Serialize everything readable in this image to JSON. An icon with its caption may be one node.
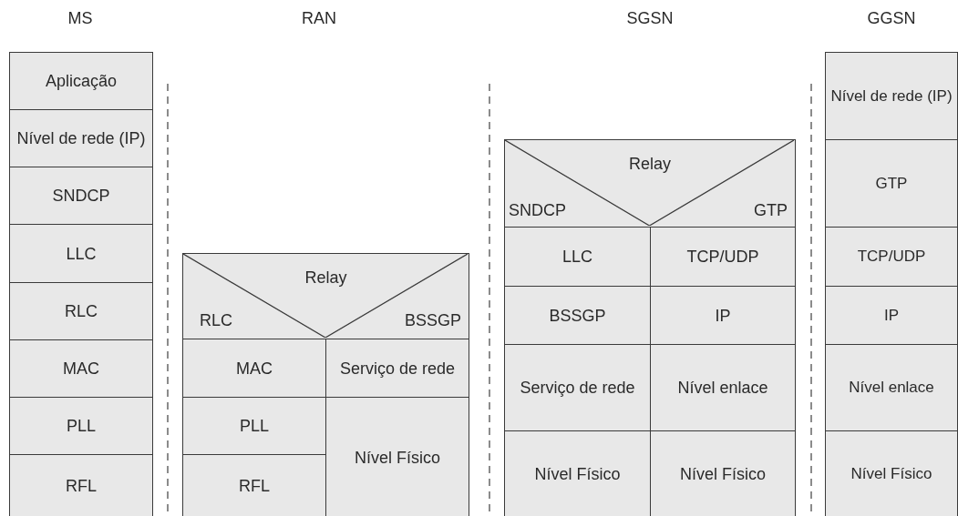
{
  "diagram": {
    "nodes": [
      {
        "text": [
          "Aplicação"
        ]
      },
      {
        "text": [
          "Nível de rede (IP)"
        ]
      },
      {
        "text": [
          "SNDCP"
        ]
      },
      {
        "text": [
          "LLC"
        ]
      },
      {
        "text": [
          "RLC"
        ]
      },
      {
        "text": [
          "MAC"
        ]
      },
      {
        "text": [
          "PLL"
        ]
      },
      {
        "text": [
          "RFL"
        ]
      },
      {
        "text": [
          "Relay",
          "RLC",
          "BSSGP"
        ]
      },
      {
        "text": [
          "MAC"
        ]
      },
      {
        "text": [
          "Serviço de rede"
        ]
      },
      {
        "text": [
          "PLL"
        ]
      },
      {
        "text": [
          "Nível Físico"
        ]
      },
      {
        "text": [
          "RFL"
        ]
      },
      {
        "text": [
          "Relay",
          "SNDCP",
          "GTP"
        ]
      },
      {
        "text": [
          "LLC"
        ]
      },
      {
        "text": [
          "TCP/UDP"
        ]
      },
      {
        "text": [
          "BSSGP"
        ]
      },
      {
        "text": [
          "IP"
        ]
      },
      {
        "text": [
          "Serviço de rede"
        ]
      },
      {
        "text": [
          "Nível enlace"
        ]
      },
      {
        "text": [
          "Nível Físico"
        ]
      },
      {
        "text": [
          "Nível Físico"
        ]
      },
      {
        "text": [
          "Nível de rede (IP)"
        ]
      },
      {
        "text": [
          "GTP"
        ]
      },
      {
        "text": [
          "TCP/UDP"
        ]
      },
      {
        "text": [
          "IP"
        ]
      },
      {
        "text": [
          "Nível enlace"
        ]
      },
      {
        "text": [
          "Nível Físico"
        ]
      }
    ],
    "labels": [
      "MS",
      "RAN",
      "SGSN",
      "GGSN"
    ]
  }
}
